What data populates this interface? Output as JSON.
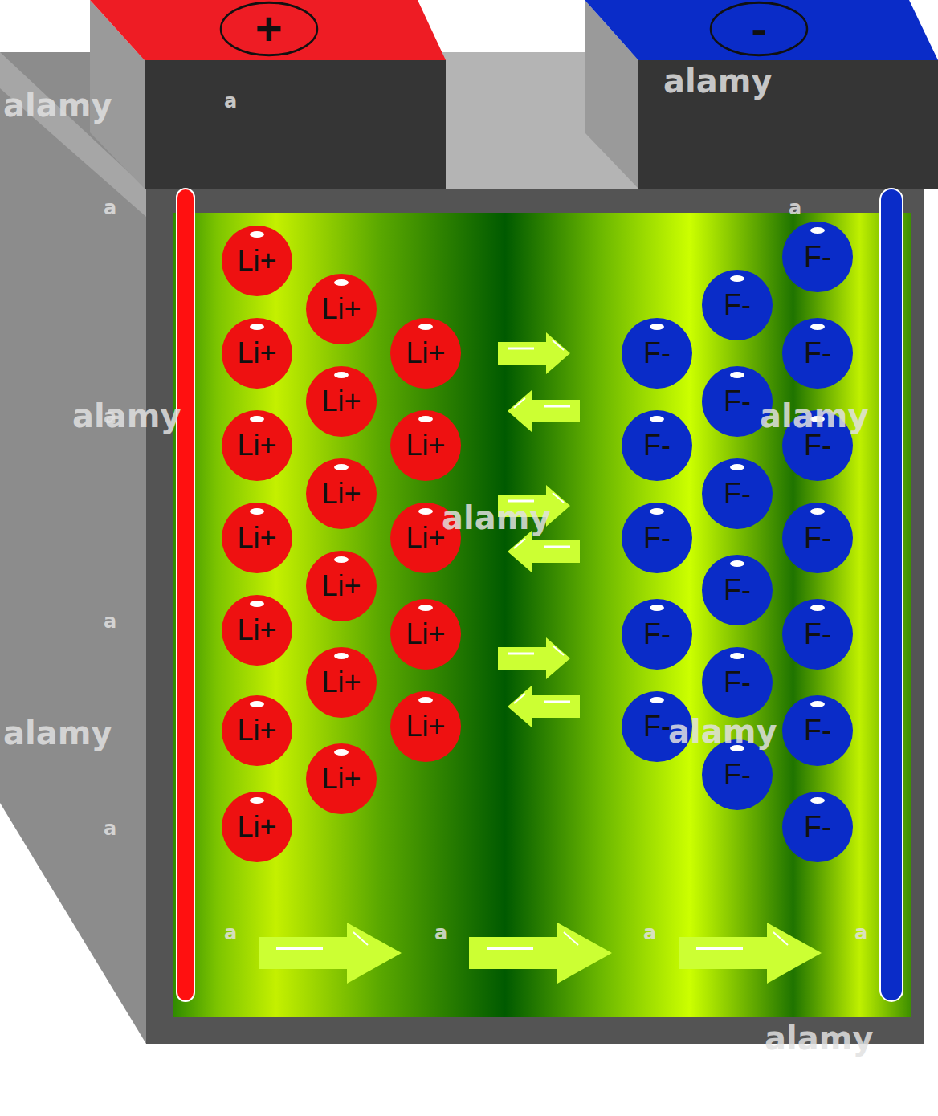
{
  "diagram": {
    "nodes": [
      {
        "text": [
          "+"
        ]
      },
      {
        "text": [
          "-"
        ]
      },
      {
        "text": [
          "Li+"
        ]
      },
      {
        "text": [
          "Li+"
        ]
      },
      {
        "text": [
          "Li+"
        ]
      },
      {
        "text": [
          "Li+"
        ]
      },
      {
        "text": [
          "Li+"
        ]
      },
      {
        "text": [
          "Li+"
        ]
      },
      {
        "text": [
          "Li+"
        ]
      },
      {
        "text": [
          "Li+"
        ]
      },
      {
        "text": [
          "Li+"
        ]
      },
      {
        "text": [
          "Li+"
        ]
      },
      {
        "text": [
          "Li+"
        ]
      },
      {
        "text": [
          "Li+"
        ]
      },
      {
        "text": [
          "Li+"
        ]
      },
      {
        "text": [
          "Li+"
        ]
      },
      {
        "text": [
          "Li+"
        ]
      },
      {
        "text": [
          "Li+"
        ]
      },
      {
        "text": [
          "Li+"
        ]
      },
      {
        "text": [
          "Li+"
        ]
      },
      {
        "text": [
          "F-"
        ]
      },
      {
        "text": [
          "F-"
        ]
      },
      {
        "text": [
          "F-"
        ]
      },
      {
        "text": [
          "F-"
        ]
      },
      {
        "text": [
          "F-"
        ]
      },
      {
        "text": [
          "F-"
        ]
      },
      {
        "text": [
          "F-"
        ]
      },
      {
        "text": [
          "F-"
        ]
      },
      {
        "text": [
          "F-"
        ]
      },
      {
        "text": [
          "F-"
        ]
      },
      {
        "text": [
          "F-"
        ]
      },
      {
        "text": [
          "F-"
        ]
      },
      {
        "text": [
          "F-"
        ]
      },
      {
        "text": [
          "F-"
        ]
      },
      {
        "text": [
          "F-"
        ]
      },
      {
        "text": [
          "F-"
        ]
      },
      {
        "text": [
          "F-"
        ]
      },
      {
        "text": [
          "F-"
        ]
      }
    ],
    "labels": [
      "alamy",
      "alamy",
      "alamy",
      "alamy",
      "alamy",
      "alamy",
      "alamy",
      "alamy",
      "a",
      "a",
      "a",
      "a",
      "a",
      "a",
      "a",
      "a",
      "a",
      "a"
    ]
  }
}
